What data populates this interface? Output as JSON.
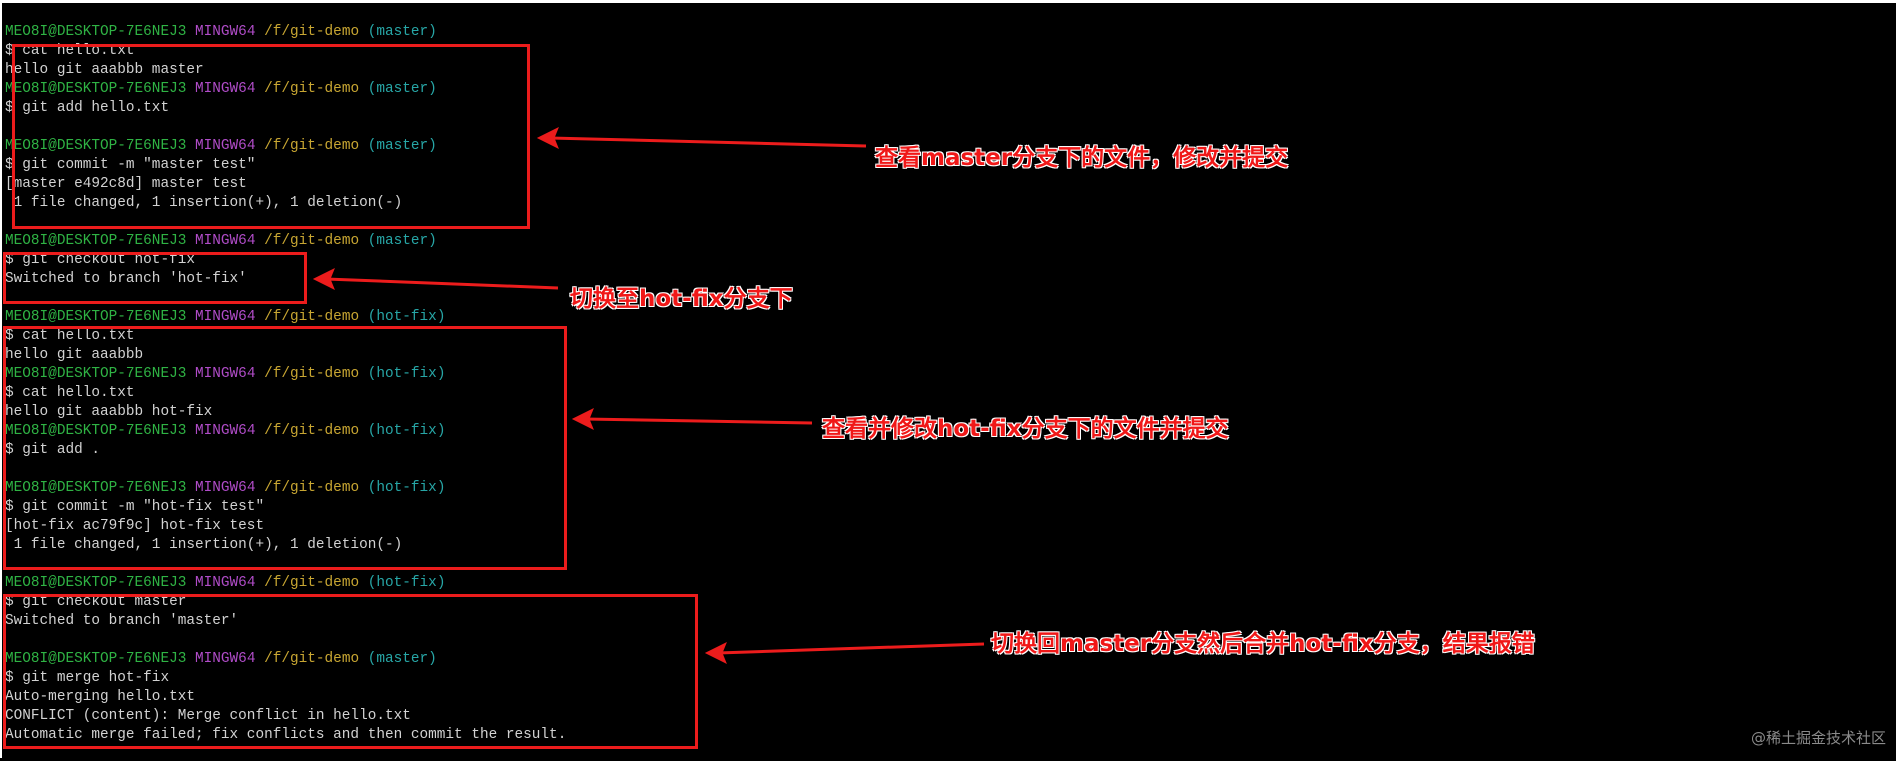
{
  "prompt": {
    "user": "MEO8I@DESKTOP-7E6NEJ3",
    "env": "MINGW64",
    "path": "/f/git-demo"
  },
  "lines": [
    {
      "prompt": "(master)"
    },
    {
      "text": "$ cat hello.txt"
    },
    {
      "text": "hello git aaabbb master"
    },
    {
      "prompt": "(master)"
    },
    {
      "text": "$ git add hello.txt"
    },
    {
      "text": ""
    },
    {
      "prompt": "(master)"
    },
    {
      "text": "$ git commit -m \"master test\""
    },
    {
      "text": "[master e492c8d] master test"
    },
    {
      "text": " 1 file changed, 1 insertion(+), 1 deletion(-)"
    },
    {
      "text": ""
    },
    {
      "prompt": "(master)"
    },
    {
      "text": "$ git checkout hot-fix"
    },
    {
      "text": "Switched to branch 'hot-fix'"
    },
    {
      "text": ""
    },
    {
      "prompt": "(hot-fix)"
    },
    {
      "text": "$ cat hello.txt"
    },
    {
      "text": "hello git aaabbb"
    },
    {
      "prompt": "(hot-fix)"
    },
    {
      "text": "$ cat hello.txt"
    },
    {
      "text": "hello git aaabbb hot-fix"
    },
    {
      "prompt": "(hot-fix)"
    },
    {
      "text": "$ git add ."
    },
    {
      "text": ""
    },
    {
      "prompt": "(hot-fix)"
    },
    {
      "text": "$ git commit -m \"hot-fix test\""
    },
    {
      "text": "[hot-fix ac79f9c] hot-fix test"
    },
    {
      "text": " 1 file changed, 1 insertion(+), 1 deletion(-)"
    },
    {
      "text": ""
    },
    {
      "prompt": "(hot-fix)"
    },
    {
      "text": "$ git checkout master"
    },
    {
      "text": "Switched to branch 'master'"
    },
    {
      "text": ""
    },
    {
      "prompt": "(master)"
    },
    {
      "text": "$ git merge hot-fix"
    },
    {
      "text": "Auto-merging hello.txt"
    },
    {
      "text": "CONFLICT (content): Merge conflict in hello.txt"
    },
    {
      "text": "Automatic merge failed; fix conflicts and then commit the result."
    }
  ],
  "annotations": [
    "查看master分支下的文件，修改并提交",
    "切换至hot-fix分支下",
    "查看并修改hot-fix分支下的文件并提交",
    "切换回master分支然后合并hot-fix分支，结果报错"
  ],
  "watermark": "@稀土掘金技术社区",
  "colors": {
    "annotation": "#f01818",
    "user": "#2fb344",
    "env": "#b04cc8",
    "path": "#c8a632",
    "branch": "#27a6a6"
  }
}
